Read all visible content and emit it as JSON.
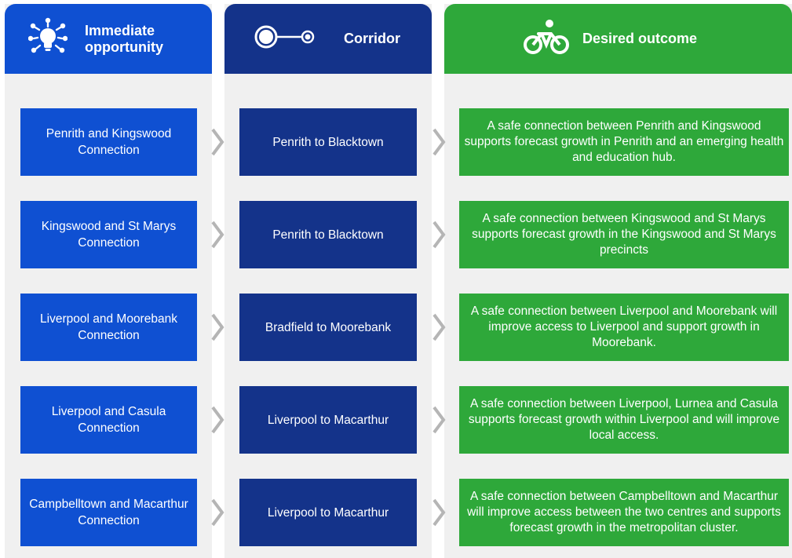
{
  "headers": {
    "opportunity": "Immediate opportunity",
    "corridor": "Corridor",
    "outcome": "Desired outcome"
  },
  "icons": {
    "opportunity": "lightbulb-icon",
    "corridor": "route-line-icon",
    "outcome": "bicycle-icon"
  },
  "colors": {
    "opportunity": "#0f50d2",
    "corridor": "#14338a",
    "outcome": "#2ea83a",
    "chevron": "#b5b5b5"
  },
  "rows": [
    {
      "opportunity": "Penrith and Kingswood Connection",
      "corridor": "Penrith to Blacktown",
      "outcome": "A safe connection between Penrith and Kingswood supports forecast growth in Penrith and an emerging health and education hub."
    },
    {
      "opportunity": "Kingswood and St Marys Connection",
      "corridor": "Penrith to Blacktown",
      "outcome": "A safe connection between Kingswood and St Marys supports forecast growth in the Kingswood and St Marys precincts"
    },
    {
      "opportunity": "Liverpool and Moorebank Connection",
      "corridor": "Bradfield to Moorebank",
      "outcome": "A safe connection between Liverpool and Moorebank will improve access to Liverpool and support growth in Moorebank."
    },
    {
      "opportunity": "Liverpool and Casula Connection",
      "corridor": "Liverpool to Macarthur",
      "outcome": "A safe connection between Liverpool, Lurnea and Casula supports forecast growth within Liverpool and will improve local access."
    },
    {
      "opportunity": "Campbelltown and Macarthur Connection",
      "corridor": "Liverpool to Macarthur",
      "outcome": "A safe connection between Campbelltown and Macarthur will improve access between the two centres and supports forecast growth in the metropolitan cluster."
    }
  ]
}
